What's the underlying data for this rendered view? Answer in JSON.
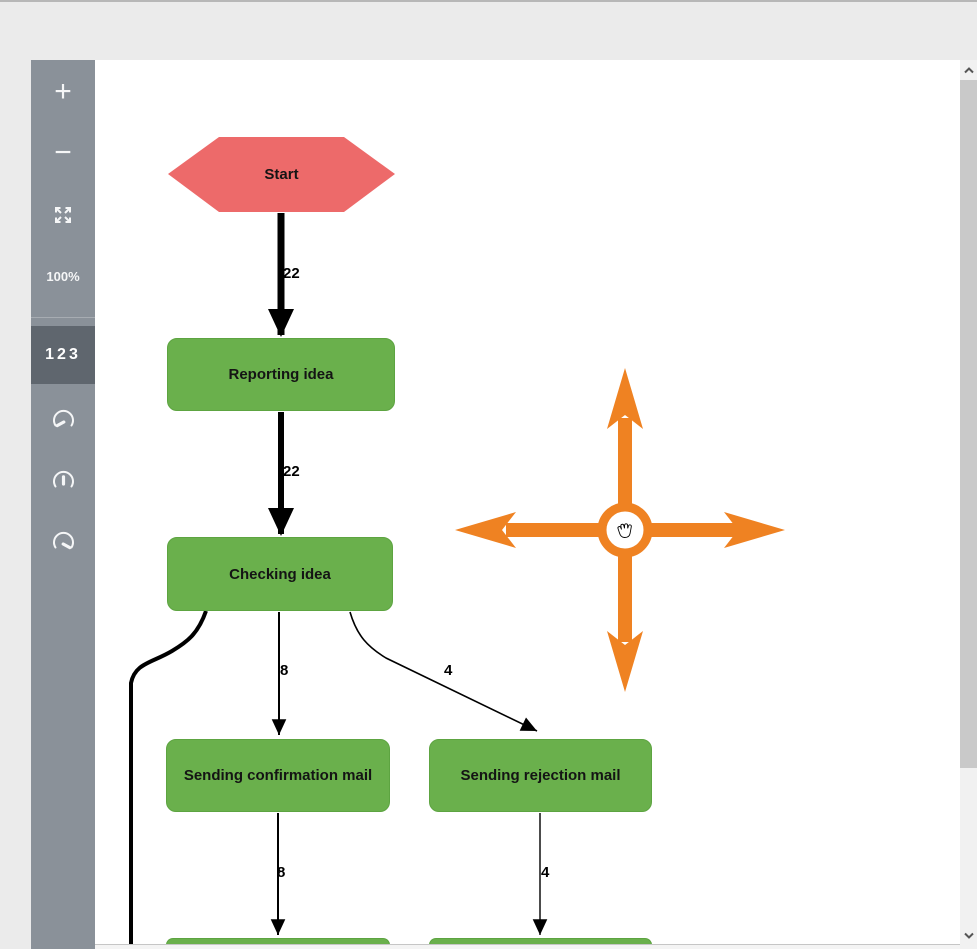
{
  "toolbar": {
    "zoom_in_label": "+",
    "zoom_out_label": "−",
    "zoom_level": "100%",
    "frequency_button_label": "123",
    "icons": [
      "expand-arrows-icon",
      "gauge-low-icon",
      "gauge-mid-icon",
      "gauge-high-icon"
    ]
  },
  "diagram": {
    "start_node": {
      "label": "Start",
      "shape": "hexagon",
      "color": "#ed6a6a"
    },
    "activities": [
      {
        "label": "Reporting idea"
      },
      {
        "label": "Checking idea"
      },
      {
        "label": "Sending confirmation mail"
      },
      {
        "label": "Sending rejection mail"
      }
    ],
    "edges": [
      {
        "from": "Start",
        "to": "Reporting idea",
        "label": "22"
      },
      {
        "from": "Reporting idea",
        "to": "Checking idea",
        "label": "22"
      },
      {
        "from": "Checking idea",
        "to": "Sending confirmation mail",
        "label": "8"
      },
      {
        "from": "Checking idea",
        "to": "Sending rejection mail",
        "label": "4"
      },
      {
        "from": "Sending confirmation mail",
        "to": "offscreen",
        "label": "8"
      },
      {
        "from": "Sending rejection mail",
        "to": "offscreen",
        "label": "4"
      }
    ],
    "activity_color": "#6ab04c",
    "pan_cross_color": "#ef8222"
  },
  "colors": {
    "page_bg": "#ebebeb",
    "sidebar_bg": "#8a9199",
    "sidebar_active_bg": "#5f666e",
    "canvas_bg": "#ffffff",
    "edge_color": "#000000"
  }
}
